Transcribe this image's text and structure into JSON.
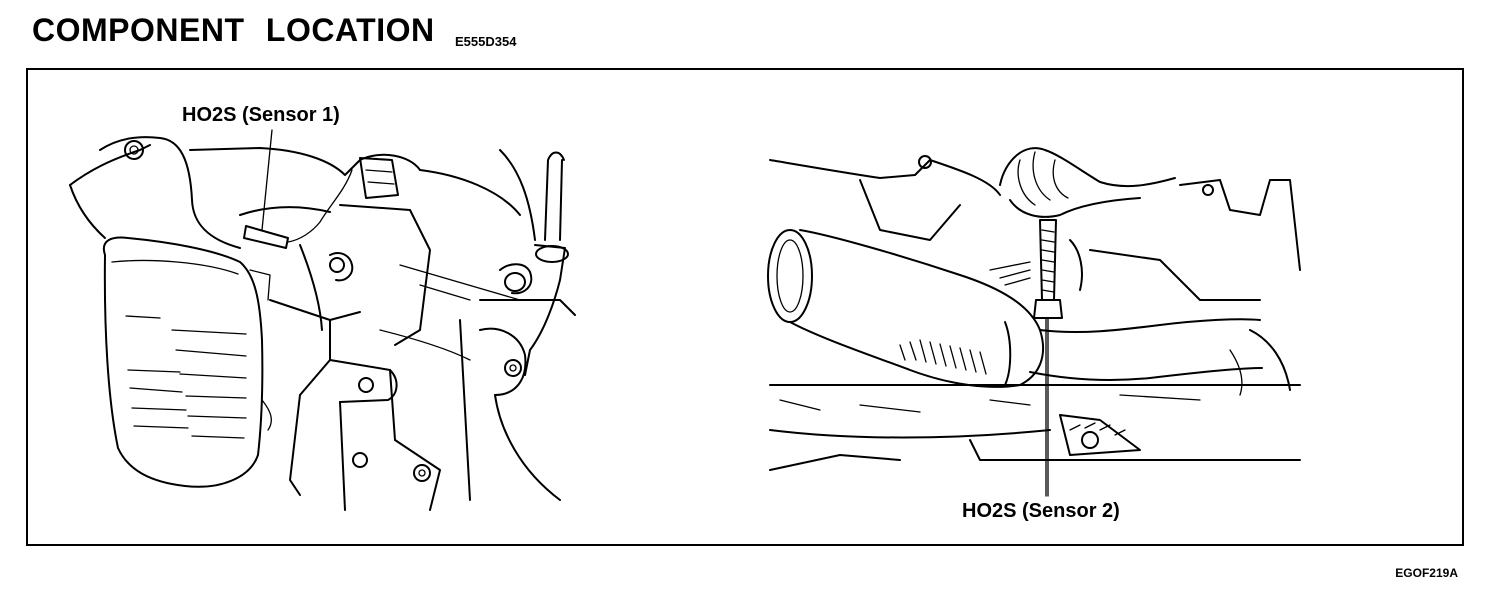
{
  "header": {
    "title": "COMPONENT LOCATION",
    "code": "E555D354"
  },
  "figure": {
    "callout_sensor1": "HO2S (Sensor 1)",
    "callout_sensor2": "HO2S (Sensor 2)",
    "reference": "EGOF219A"
  }
}
